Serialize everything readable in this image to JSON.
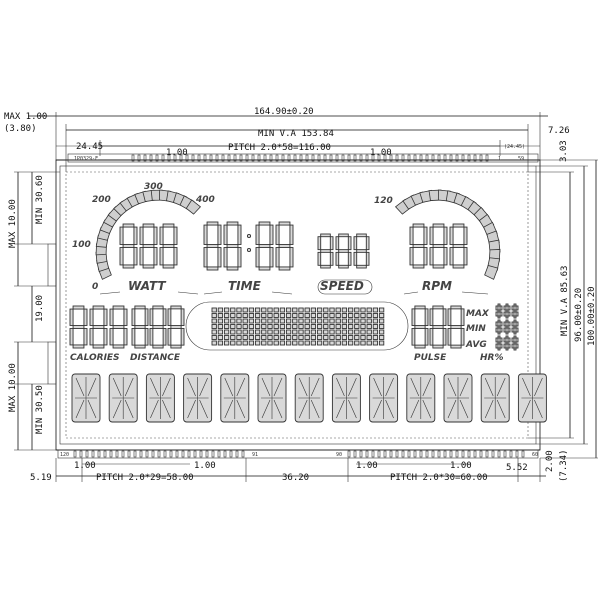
{
  "dimensions": {
    "max_top": "MAX 1.00",
    "top_offset": "(3.80)",
    "overall_width": "164.90±0.20",
    "view_area_width": "MIN V.A 153.84",
    "right_top": "7.26",
    "left_pin_offset": "24.45",
    "pin_width_top_left": "1.00",
    "top_pitch": "PITCH 2.0*58=116.00",
    "pin_width_top_right": "1.00",
    "right_pin_offset": "(24.45)",
    "right_edge_offset": "3.03",
    "left_upper_max": "MAX 10.00",
    "left_upper_min": "MIN 30.60",
    "left_middle": "19.00",
    "left_lower_max": "MAX 10.00",
    "left_lower_min": "MIN 30.50",
    "right_view_area_height": "MIN V.A 85.63",
    "right_inner_height": "96.00±0.20",
    "right_overall_height": "100.00±0.20",
    "bottom_left_edge": "5.19",
    "bottom_pin_width_1": "1.00",
    "bottom_pin_width_2": "1.00",
    "bottom_left_pitch": "PITCH 2.0*29=58.00",
    "bottom_center": "36.20",
    "bottom_pin_width_3": "1.00",
    "bottom_pin_width_4": "1.00",
    "bottom_right_pitch": "PITCH 2.0*30=60.00",
    "bottom_right_offset": "5.52",
    "bottom_right_small": "2.00",
    "bottom_right_paren": "(7.34)"
  },
  "pin_labels": {
    "bottom_1": "120",
    "bottom_91": "91",
    "bottom_90": "90",
    "bottom_60": "60",
    "top_1": "1",
    "top_59": "59"
  },
  "display_labels": {
    "watt": "WATT",
    "time": "TIME",
    "speed": "SPEED",
    "rpm": "RPM",
    "calories": "CALORIES",
    "distance": "DISTANCE",
    "pulse": "PULSE",
    "hr_percent": "HR%",
    "max": "MAX",
    "min": "MIN",
    "avg": "AVG"
  },
  "watt_scale": [
    "0",
    "100",
    "200",
    "300",
    "400"
  ],
  "rpm_scale": [
    "120"
  ],
  "colors": {
    "segment_fill": "#d9d9d9",
    "segment_stroke": "#333333",
    "line": "#111111"
  }
}
